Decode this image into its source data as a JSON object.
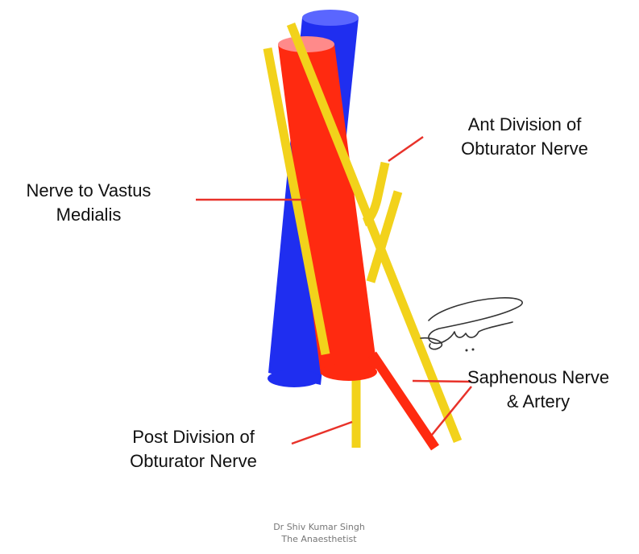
{
  "labels": {
    "ant_division": [
      "Ant Division of",
      "Obturator Nerve"
    ],
    "nerve_vastus": [
      "Nerve to Vastus",
      "Medialis"
    ],
    "saphenous": [
      "Saphenous Nerve",
      "& Artery"
    ],
    "post_division": [
      "Post Division of",
      "Obturator Nerve"
    ]
  },
  "credit": {
    "name": "Dr Shiv Kumar Singh",
    "title": "The Anaesthetist"
  },
  "colors": {
    "vein": "#1f2ef0",
    "vein_top": "#5a66ff",
    "artery": "#ff2a10",
    "artery_top": "#ff8a8a",
    "nerve": "#f2d21b",
    "pointer": "#e8322a",
    "signature": "#333333"
  }
}
